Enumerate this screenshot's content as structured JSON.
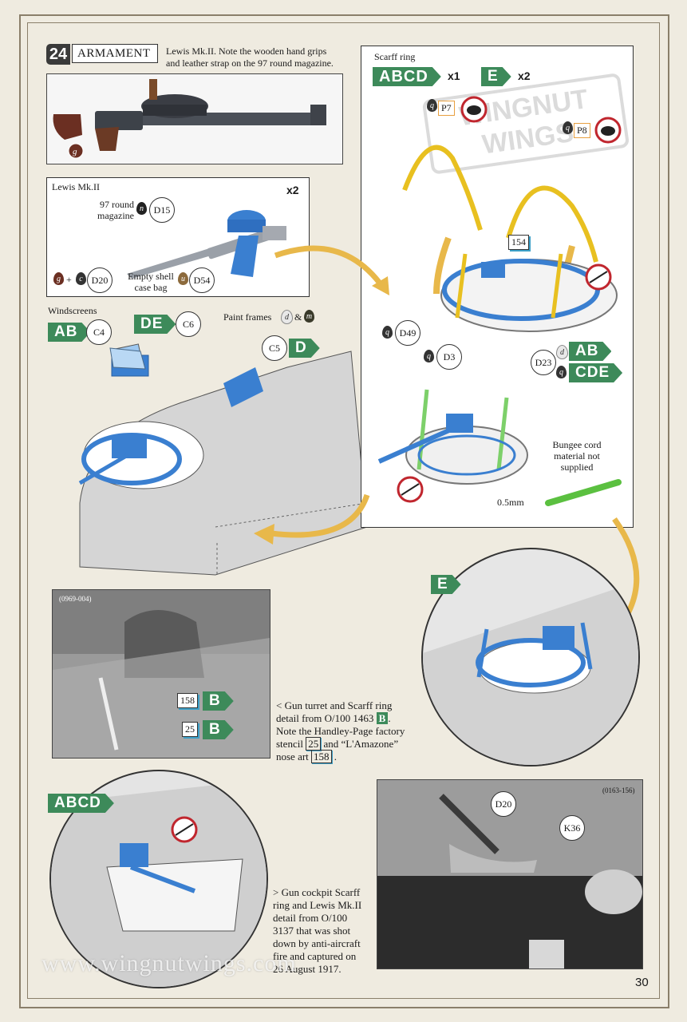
{
  "step": {
    "number": "24",
    "title": "ARMAMENT"
  },
  "intro_note": [
    "Lewis Mk.II. Note the wooden hand grips",
    "and leather strap on the 97 round magazine."
  ],
  "photo_gun": {
    "paint_code": "g"
  },
  "lewis_box": {
    "title": "Lewis Mk.II",
    "qty": "x2",
    "magazine_label": [
      "97 round",
      "magazine"
    ],
    "magazine_paint": "n",
    "magazine_part": "D15",
    "bag_label": [
      "Empty shell",
      "case bag"
    ],
    "bag_paint": "u",
    "bag_part": "D54",
    "left_paint_1": "g",
    "plus": "+",
    "left_paint_2": "c",
    "left_part": "D20"
  },
  "windscreens": {
    "title": "Windscreens",
    "paint_frames_label": "Paint frames",
    "paint_a": "d",
    "amp": "&",
    "paint_b": "m",
    "tag_ab": "AB",
    "part_c4": "C4",
    "tag_de": "DE",
    "part_c6": "C6",
    "part_c5": "C5",
    "tag_d": "D"
  },
  "scarff_box": {
    "title": "Scarff ring",
    "tag_abcd": "ABCD",
    "qty_abcd": "x1",
    "tag_e": "E",
    "qty_e": "x2",
    "p7_paint": "q",
    "p7": "P7",
    "p8_paint": "q",
    "p8": "P8",
    "len_154": "154",
    "d49_paint": "q",
    "d49": "D49",
    "d3_paint": "q",
    "d3": "D3",
    "d23": "D23",
    "d23_paint_ab": "d",
    "d23_tag_ab": "AB",
    "d23_paint_cde": "q",
    "d23_tag_cde": "CDE",
    "bungee_label": [
      "Bungee cord",
      "material not",
      "supplied"
    ],
    "bungee_size": "0.5mm"
  },
  "logo_text": "WINGNUT WINGS",
  "detail_e_tag": "E",
  "photo_1": {
    "ref": "(0969-004)",
    "callout_158": "158",
    "callout_b1": "B",
    "callout_25": "25",
    "callout_b2": "B"
  },
  "caption_1": {
    "line1": "< Gun turret and Scarff ring",
    "line2a": "detail from O/100 1463",
    "badge_b1": "B",
    "line2b": ".",
    "line3": "Note the Handley-Page factory",
    "line4a": "stencil",
    "stencil_num": "25",
    "line4b": "and “L'Amazone”",
    "line5a": "nose art",
    "nose_num": "158",
    "line5b": "."
  },
  "detail_abcd_tag": "ABCD",
  "photo_2": {
    "ref": "(0163-156)",
    "callout_d20": "D20",
    "callout_k36": "K36"
  },
  "caption_2": [
    "> Gun cockpit Scarff",
    "ring and Lewis Mk.II",
    "detail from O/100",
    "3137 that was shot",
    "down by anti-aircraft",
    "fire and captured on",
    "26 August 1917."
  ],
  "watermark": "www.wingnutwings.com",
  "page_number": "30",
  "colors": {
    "tag_green": "#3d8a5a",
    "part_blue": "#3a7fd0",
    "arrow_gold": "#e8b84a",
    "prohibit_red": "#c0262e",
    "frame_tan": "#8a7f6a"
  }
}
